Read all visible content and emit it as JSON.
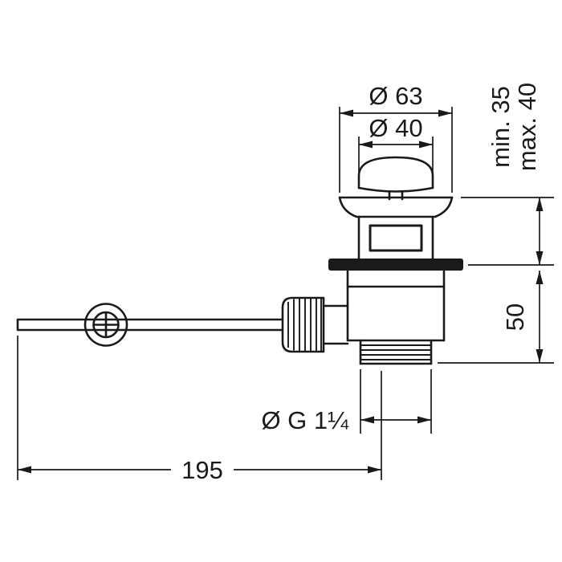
{
  "drawing": {
    "description": "technical dimensional drawing of a pop-up basin waste drain fitting with pull rod",
    "line_color": "#1a1a1a",
    "background": "#ffffff",
    "dimensions": {
      "top_outer_diameter": "Ø 63",
      "top_inner_diameter": "Ø 40",
      "mounting_depth_min": "min. 35",
      "mounting_depth_max": "max. 40",
      "body_height": "50",
      "thread_size": "Ø G 1¼",
      "total_length": "195"
    }
  }
}
